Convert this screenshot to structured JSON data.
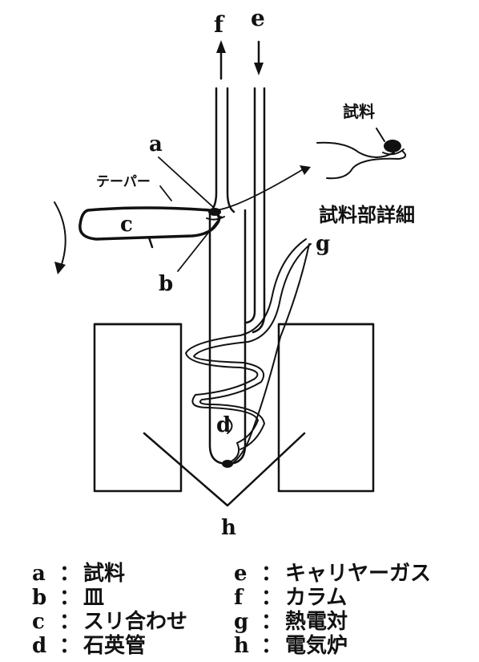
{
  "diagram": {
    "labels": {
      "f": "f",
      "e": "e",
      "a": "a",
      "b": "b",
      "c": "c",
      "d": "d",
      "g": "g",
      "h": "h",
      "taper": "テーパー",
      "sample_callout": "試料",
      "sample_detail": "試料部詳細"
    }
  },
  "legend": [
    {
      "key": "a",
      "sep": "：",
      "text": "試料"
    },
    {
      "key": "b",
      "sep": "：",
      "text": "皿"
    },
    {
      "key": "c",
      "sep": "：",
      "text": "スリ合わせ"
    },
    {
      "key": "d",
      "sep": "：",
      "text": "石英管"
    },
    {
      "key": "e",
      "sep": "：",
      "text": "キャリヤーガス"
    },
    {
      "key": "f",
      "sep": "：",
      "text": "カラム"
    },
    {
      "key": "g",
      "sep": "：",
      "text": "熱電対"
    },
    {
      "key": "h",
      "sep": "：",
      "text": "電気炉"
    }
  ]
}
